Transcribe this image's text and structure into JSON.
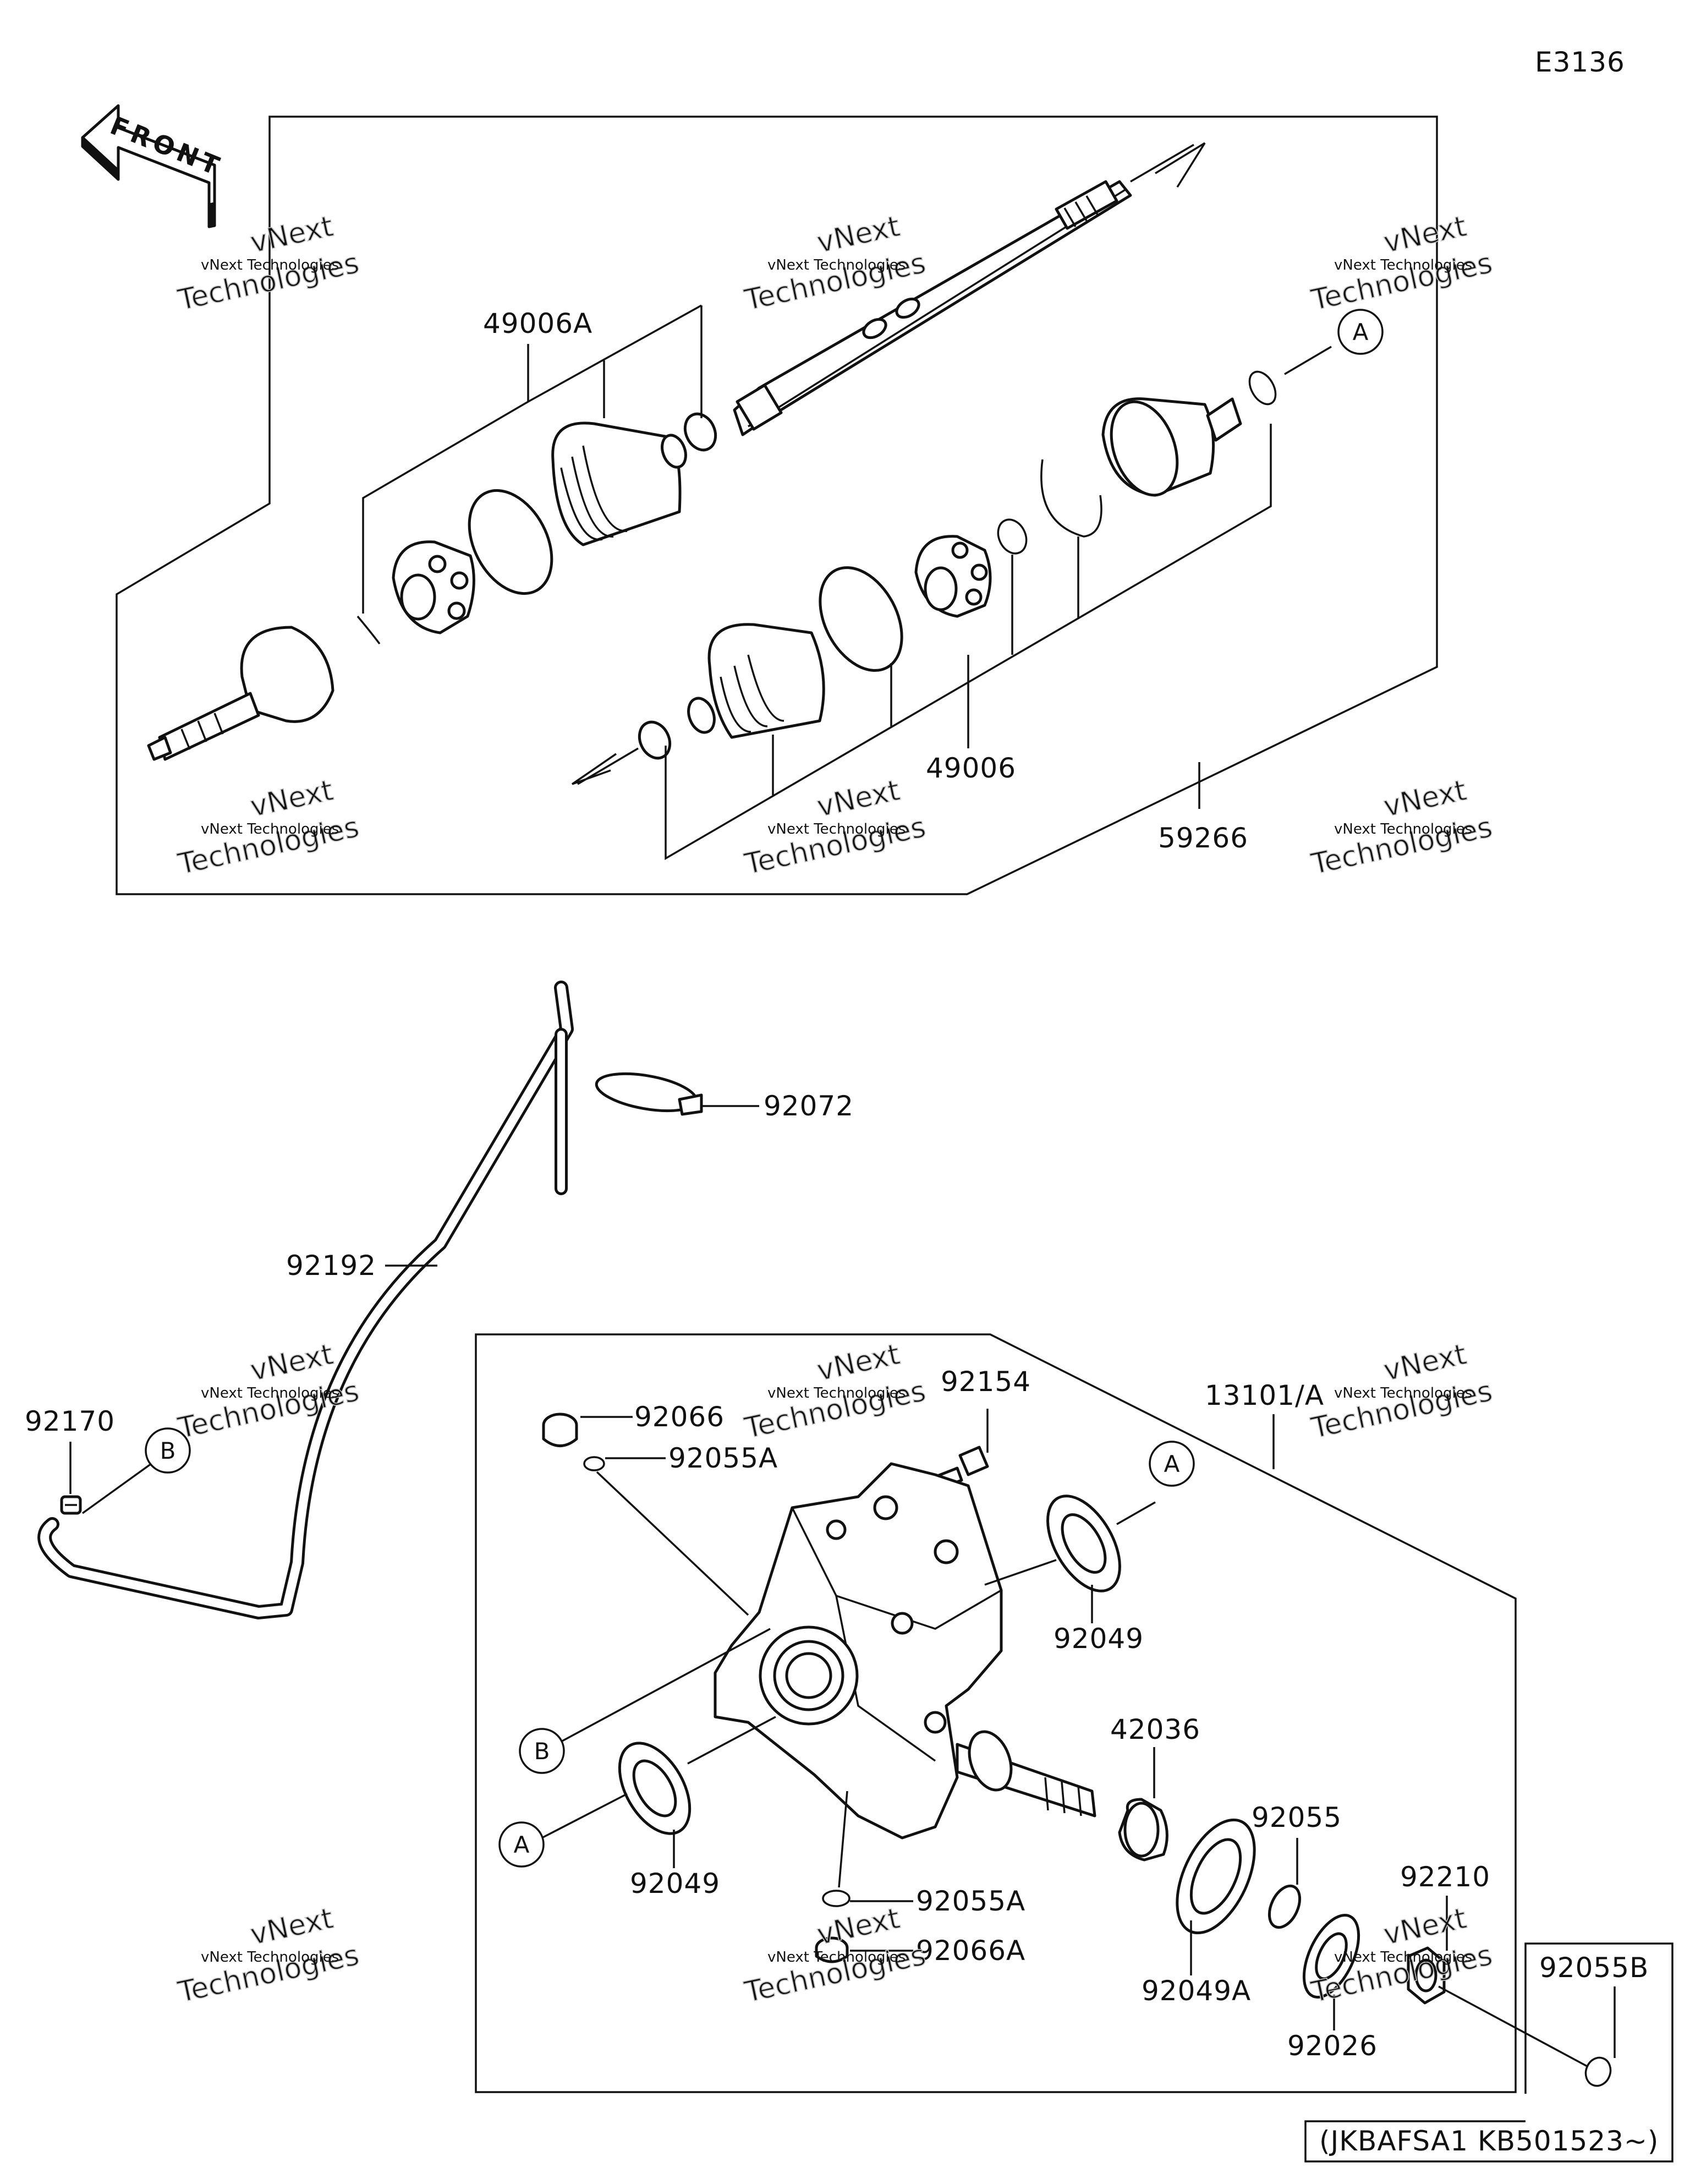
{
  "diagram_code": "E3136",
  "front_arrow": {
    "text": "FRONT"
  },
  "part_labels": {
    "p49006A": "49006A",
    "p49006": "49006",
    "p59266": "59266",
    "p92072": "92072",
    "p92192": "92192",
    "p92170": "92170",
    "p13101A": "13101/A",
    "p92066": "92066",
    "p92055A_top": "92055A",
    "p92154": "92154",
    "p92049_top": "92049",
    "p42036": "42036",
    "p92055": "92055",
    "p92210": "92210",
    "p92055B": "92055B",
    "p92049_bottom": "92049",
    "p92055A_bottom": "92055A",
    "p92066A": "92066A",
    "p92049A": "92049A",
    "p92026": "92026"
  },
  "callouts": {
    "a_shaft": "A",
    "a_housing": "A",
    "a_seal": "A",
    "b_hose": "B",
    "b_housing": "B"
  },
  "applicability_note": "(JKBAFSA1 KB501523~)",
  "watermark": {
    "brand": "vNext Technologies",
    "line1": "vNext",
    "line2": "Technologies"
  }
}
